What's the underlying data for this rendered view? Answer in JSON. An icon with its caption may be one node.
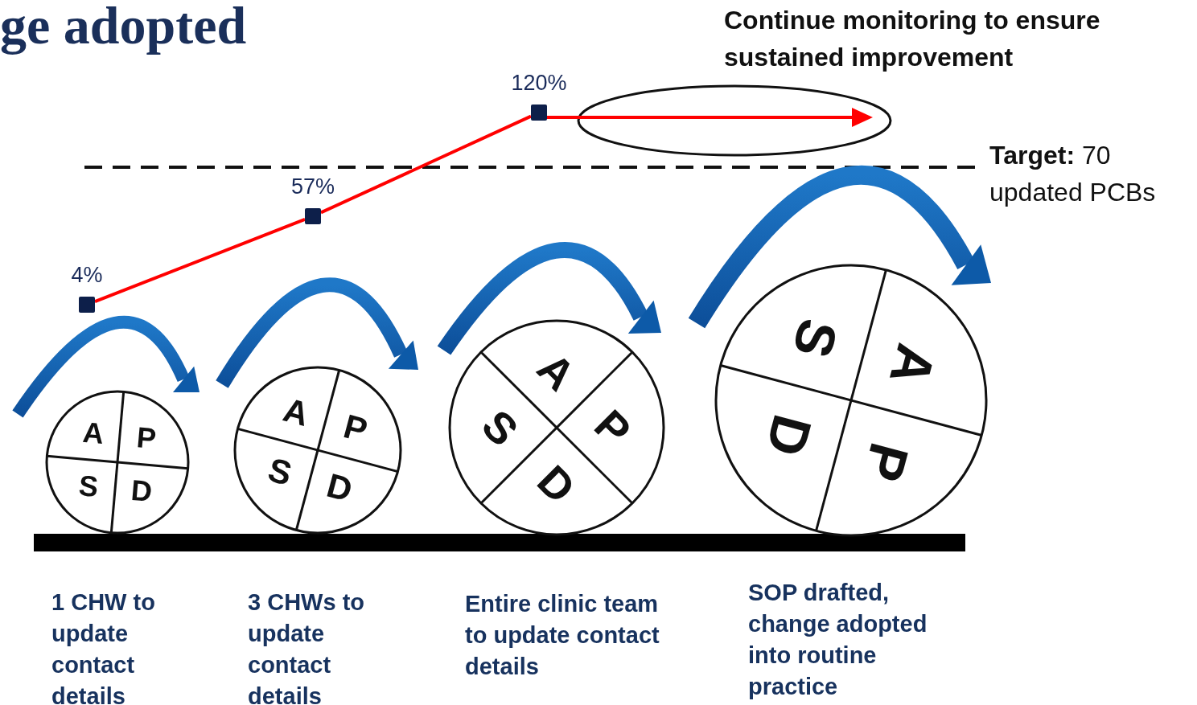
{
  "diagram": {
    "title": "ge adopted",
    "nodes": [
      {
        "text": [],
        "shape": "box",
        "beside": [
          "4%"
        ]
      },
      {
        "text": [],
        "shape": "box",
        "beside": [
          "57%"
        ]
      },
      {
        "text": [],
        "shape": "box",
        "beside": [
          "120%"
        ]
      },
      {
        "text": [
          "A",
          "P",
          "S",
          "D"
        ],
        "beside": [
          "1 CHW to update contact details"
        ]
      },
      {
        "text": [
          "A",
          "P",
          "S",
          "D"
        ],
        "beside": [
          "3 CHWs to update contact details"
        ]
      },
      {
        "text": [
          "A",
          "P",
          "S",
          "D"
        ],
        "beside": [
          "Entire clinic team to update contact details"
        ]
      },
      {
        "text": [
          "A",
          "P",
          "S",
          "D"
        ],
        "beside": [
          "SOP drafted, change adopted into routine practice"
        ]
      }
    ],
    "edges": [
      {
        "from": 0,
        "to": 1,
        "arrow": "none"
      },
      {
        "from": 1,
        "to": 2,
        "arrow": "none"
      },
      {
        "from": 2,
        "to": null,
        "arrow": "to"
      }
    ],
    "labels": [
      "Continue monitoring to ensure sustained improvement",
      "**Target:** 70 updated PCBs"
    ]
  }
}
